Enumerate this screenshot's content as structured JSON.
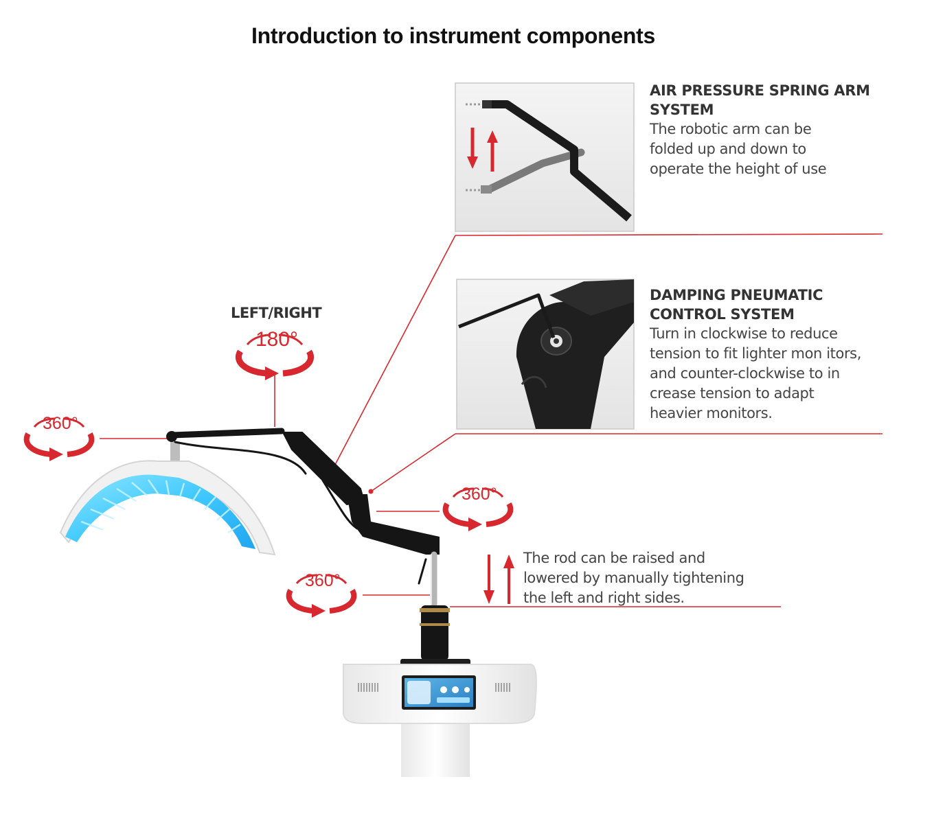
{
  "title": "Introduction to instrument components",
  "arm_system": {
    "heading_line1": "AIR PRESSURE SPRING ARM",
    "heading_line2": "SYSTEM",
    "body": [
      "The robotic arm can be",
      "folded up and down to",
      "operate the height of use"
    ]
  },
  "damping_system": {
    "heading_line1": "DAMPING PNEUMATIC",
    "heading_line2": "CONTROL SYSTEM",
    "body": [
      "Turn in clockwise to reduce",
      "tension to fit lighter mon itors,",
      "and counter-clockwise to in",
      "crease tension to adapt",
      "heavier monitors."
    ]
  },
  "rod": {
    "body": [
      "The rod can be raised and",
      "lowered by manually tightening",
      "the left and right sides."
    ]
  },
  "rotation": {
    "left_right_label": "LEFT/RIGHT",
    "top_degrees": "180°",
    "panel_degrees": "360°",
    "joint_degrees": "360°",
    "base_degrees": "360°"
  },
  "colors": {
    "accent_red": "#d6282e",
    "led_blue": "#3fc8ff",
    "arm_black": "#151515"
  }
}
